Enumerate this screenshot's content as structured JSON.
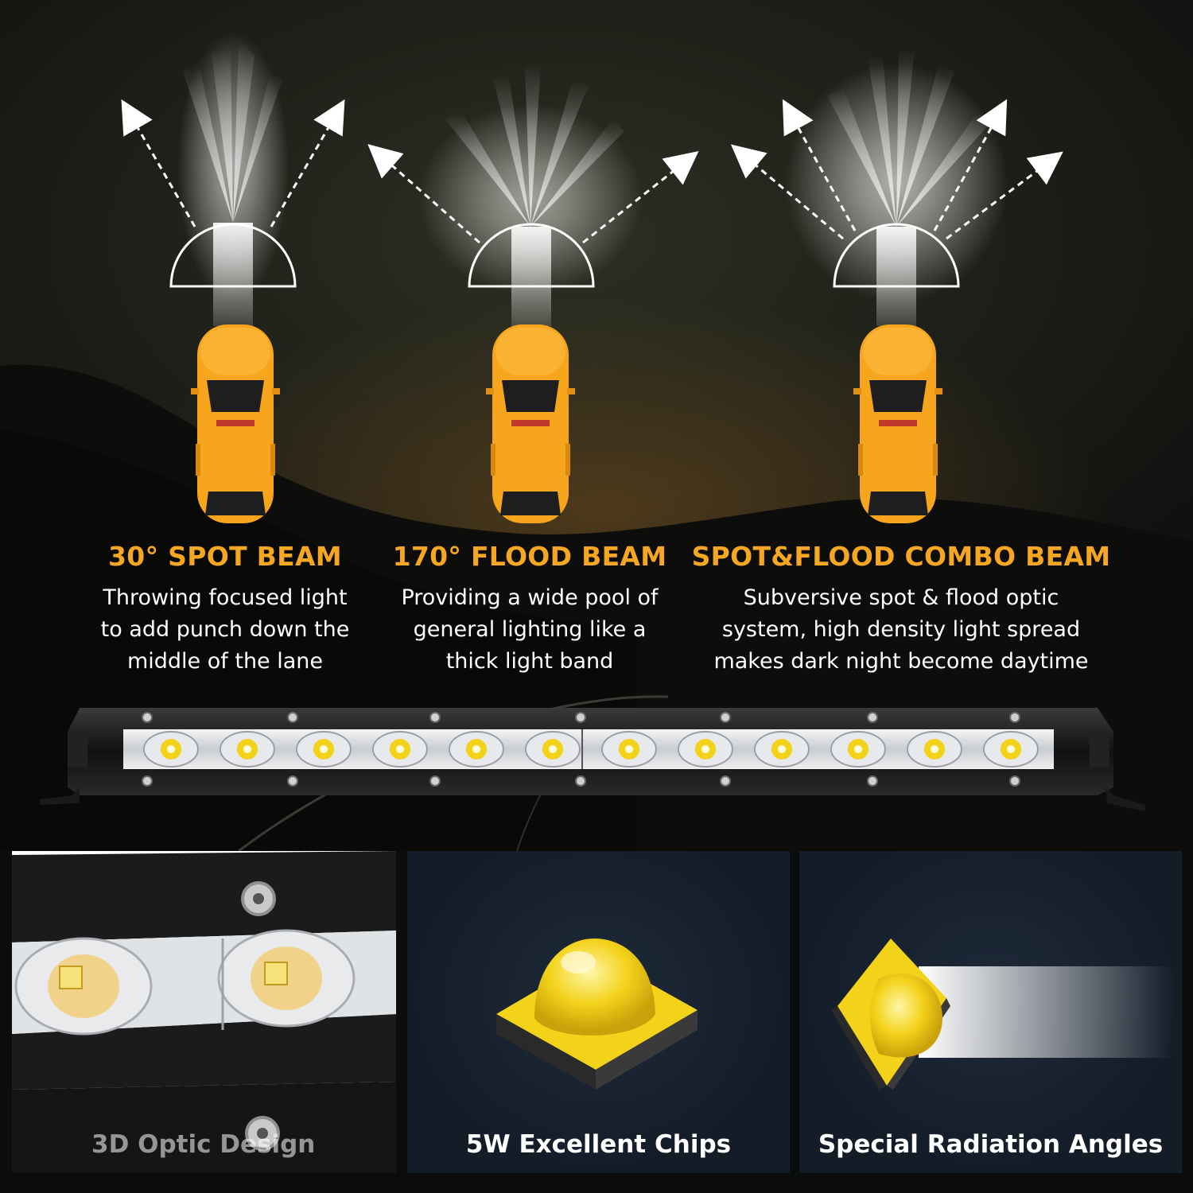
{
  "beams": [
    {
      "title": "30° SPOT BEAM",
      "desc": [
        "Throwing focused light",
        "to add punch down the",
        "middle of the lane"
      ]
    },
    {
      "title": "170° FLOOD BEAM",
      "desc": [
        "Providing a wide pool of",
        "general lighting like a",
        "thick light band"
      ]
    },
    {
      "title": "SPOT&FLOOD COMBO BEAM",
      "desc": [
        "Subversive spot & flood optic",
        "system, high density light spread",
        "makes dark night become daytime"
      ]
    }
  ],
  "features": [
    {
      "label": "3D Optic Design"
    },
    {
      "label": "5W Excellent Chips"
    },
    {
      "label": "Special Radiation Angles"
    }
  ],
  "colors": {
    "accent": "#f5a623",
    "car": "#f7a51c",
    "chip": "#f3d21a",
    "panel_bg": "#141c28"
  },
  "icons": [
    "car-icon",
    "beam-arc-icon",
    "arrow-icon",
    "led-chip-icon",
    "light-bar-icon"
  ]
}
